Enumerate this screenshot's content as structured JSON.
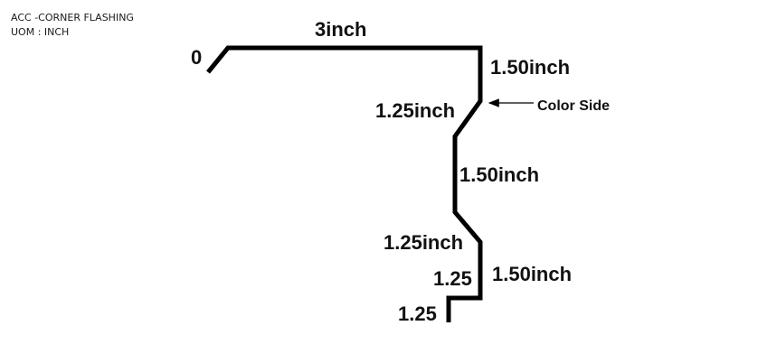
{
  "header": {
    "title": "ACC -CORNER FLASHING",
    "uom": "UOM : INCH"
  },
  "drawing": {
    "hem_angle_label": "0",
    "dimensions": {
      "top": "3inch",
      "right_upper": "1.50inch",
      "bend_upper": "1.25inch",
      "middle": "1.50inch",
      "bend_lower": "1.25inch",
      "right_lower": "1.50inch",
      "step_vertical": "1.25",
      "step_horizontal": "1.25"
    },
    "color_side_label": "Color Side",
    "line_color": "#000000"
  }
}
